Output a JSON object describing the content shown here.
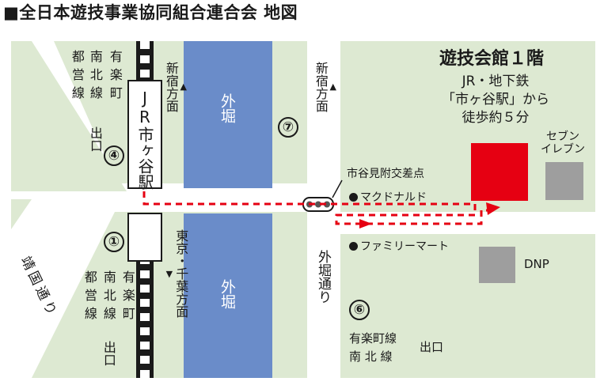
{
  "title": "■全日本遊技事業協同組合連合会 地図",
  "colors": {
    "block": "#dde9d2",
    "moat": "#6a8cc9",
    "target": "#e60012",
    "building": "#9e9e9e",
    "route": "#e60012",
    "road": "#ffffff"
  },
  "moat": {
    "north": "外堀",
    "south": "外堀"
  },
  "station": {
    "name": "JR市ヶ谷駅"
  },
  "exits": [
    {
      "number": "④",
      "lines": [
        "有楽町",
        "南北線",
        "都営線"
      ],
      "exit_label": "出口"
    },
    {
      "number": "①",
      "lines": [
        "有楽町",
        "南北線",
        "都営線"
      ],
      "exit_label": "出口"
    },
    {
      "number": "⑦"
    },
    {
      "number": "⑥",
      "lines": [
        "有楽町線",
        "南 北 線"
      ],
      "exit_label": "出口"
    }
  ],
  "directions": {
    "west_north": {
      "arrow": "▲",
      "label": "新宿方面"
    },
    "east_north": {
      "arrow": "▲",
      "label": "新宿方面"
    },
    "south": {
      "arrow": "▼",
      "label": "東京・千葉方面"
    }
  },
  "roads": {
    "yasukuni": "靖国通り",
    "sotobori": "外堀通り"
  },
  "intersection": "市谷見附交差点",
  "destination": {
    "name": "遊技会館１階",
    "access": [
      "JR・地下鉄",
      "「市ヶ谷駅」から",
      "徒歩約５分"
    ]
  },
  "landmarks": {
    "mcdonalds": "マクドナルド",
    "familymart": "ファミリーマート",
    "seven_eleven": [
      "セブン",
      "イレブン"
    ],
    "dnp": "DNP"
  },
  "icons": {
    "landmark_marker": "filled-circle",
    "direction_marker": "triangle-arrow",
    "route_end": "arrowhead"
  }
}
